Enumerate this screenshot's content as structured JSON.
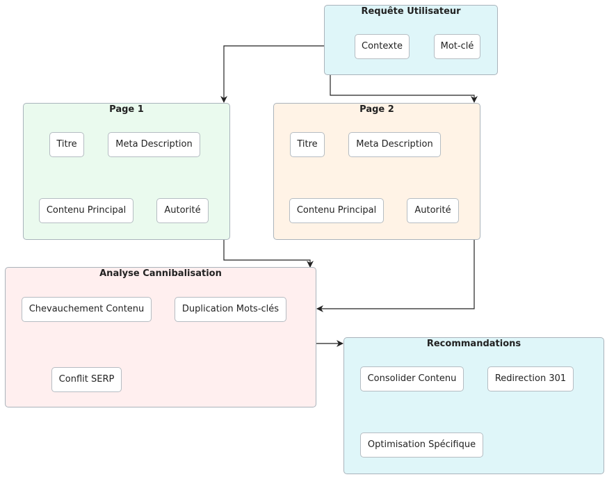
{
  "groups": {
    "requete": {
      "title": "Requête Utilisateur",
      "color": "#dff6f9",
      "nodes": [
        "Contexte",
        "Mot-clé"
      ]
    },
    "page1": {
      "title": "Page 1",
      "color": "#eafaee",
      "nodes": [
        "Titre",
        "Meta Description",
        "Contenu Principal",
        "Autorité"
      ]
    },
    "page2": {
      "title": "Page 2",
      "color": "#fff3e6",
      "nodes": [
        "Titre",
        "Meta Description",
        "Contenu Principal",
        "Autorité"
      ]
    },
    "analyse": {
      "title": "Analyse Cannibalisation",
      "color": "#ffefef",
      "nodes": [
        "Chevauchement Contenu",
        "Duplication Mots-clés",
        "Conflit SERP"
      ]
    },
    "recommandations": {
      "title": "Recommandations",
      "color": "#dff6f9",
      "nodes": [
        "Consolider Contenu",
        "Redirection 301",
        "Optimisation Spécifique"
      ]
    }
  },
  "edges": [
    {
      "from": "Requête Utilisateur",
      "to": "Page 1"
    },
    {
      "from": "Requête Utilisateur",
      "to": "Page 2"
    },
    {
      "from": "Page 1",
      "to": "Analyse Cannibalisation"
    },
    {
      "from": "Page 2",
      "to": "Analyse Cannibalisation"
    },
    {
      "from": "Analyse Cannibalisation",
      "to": "Recommandations"
    }
  ],
  "edge_color": "#222222"
}
